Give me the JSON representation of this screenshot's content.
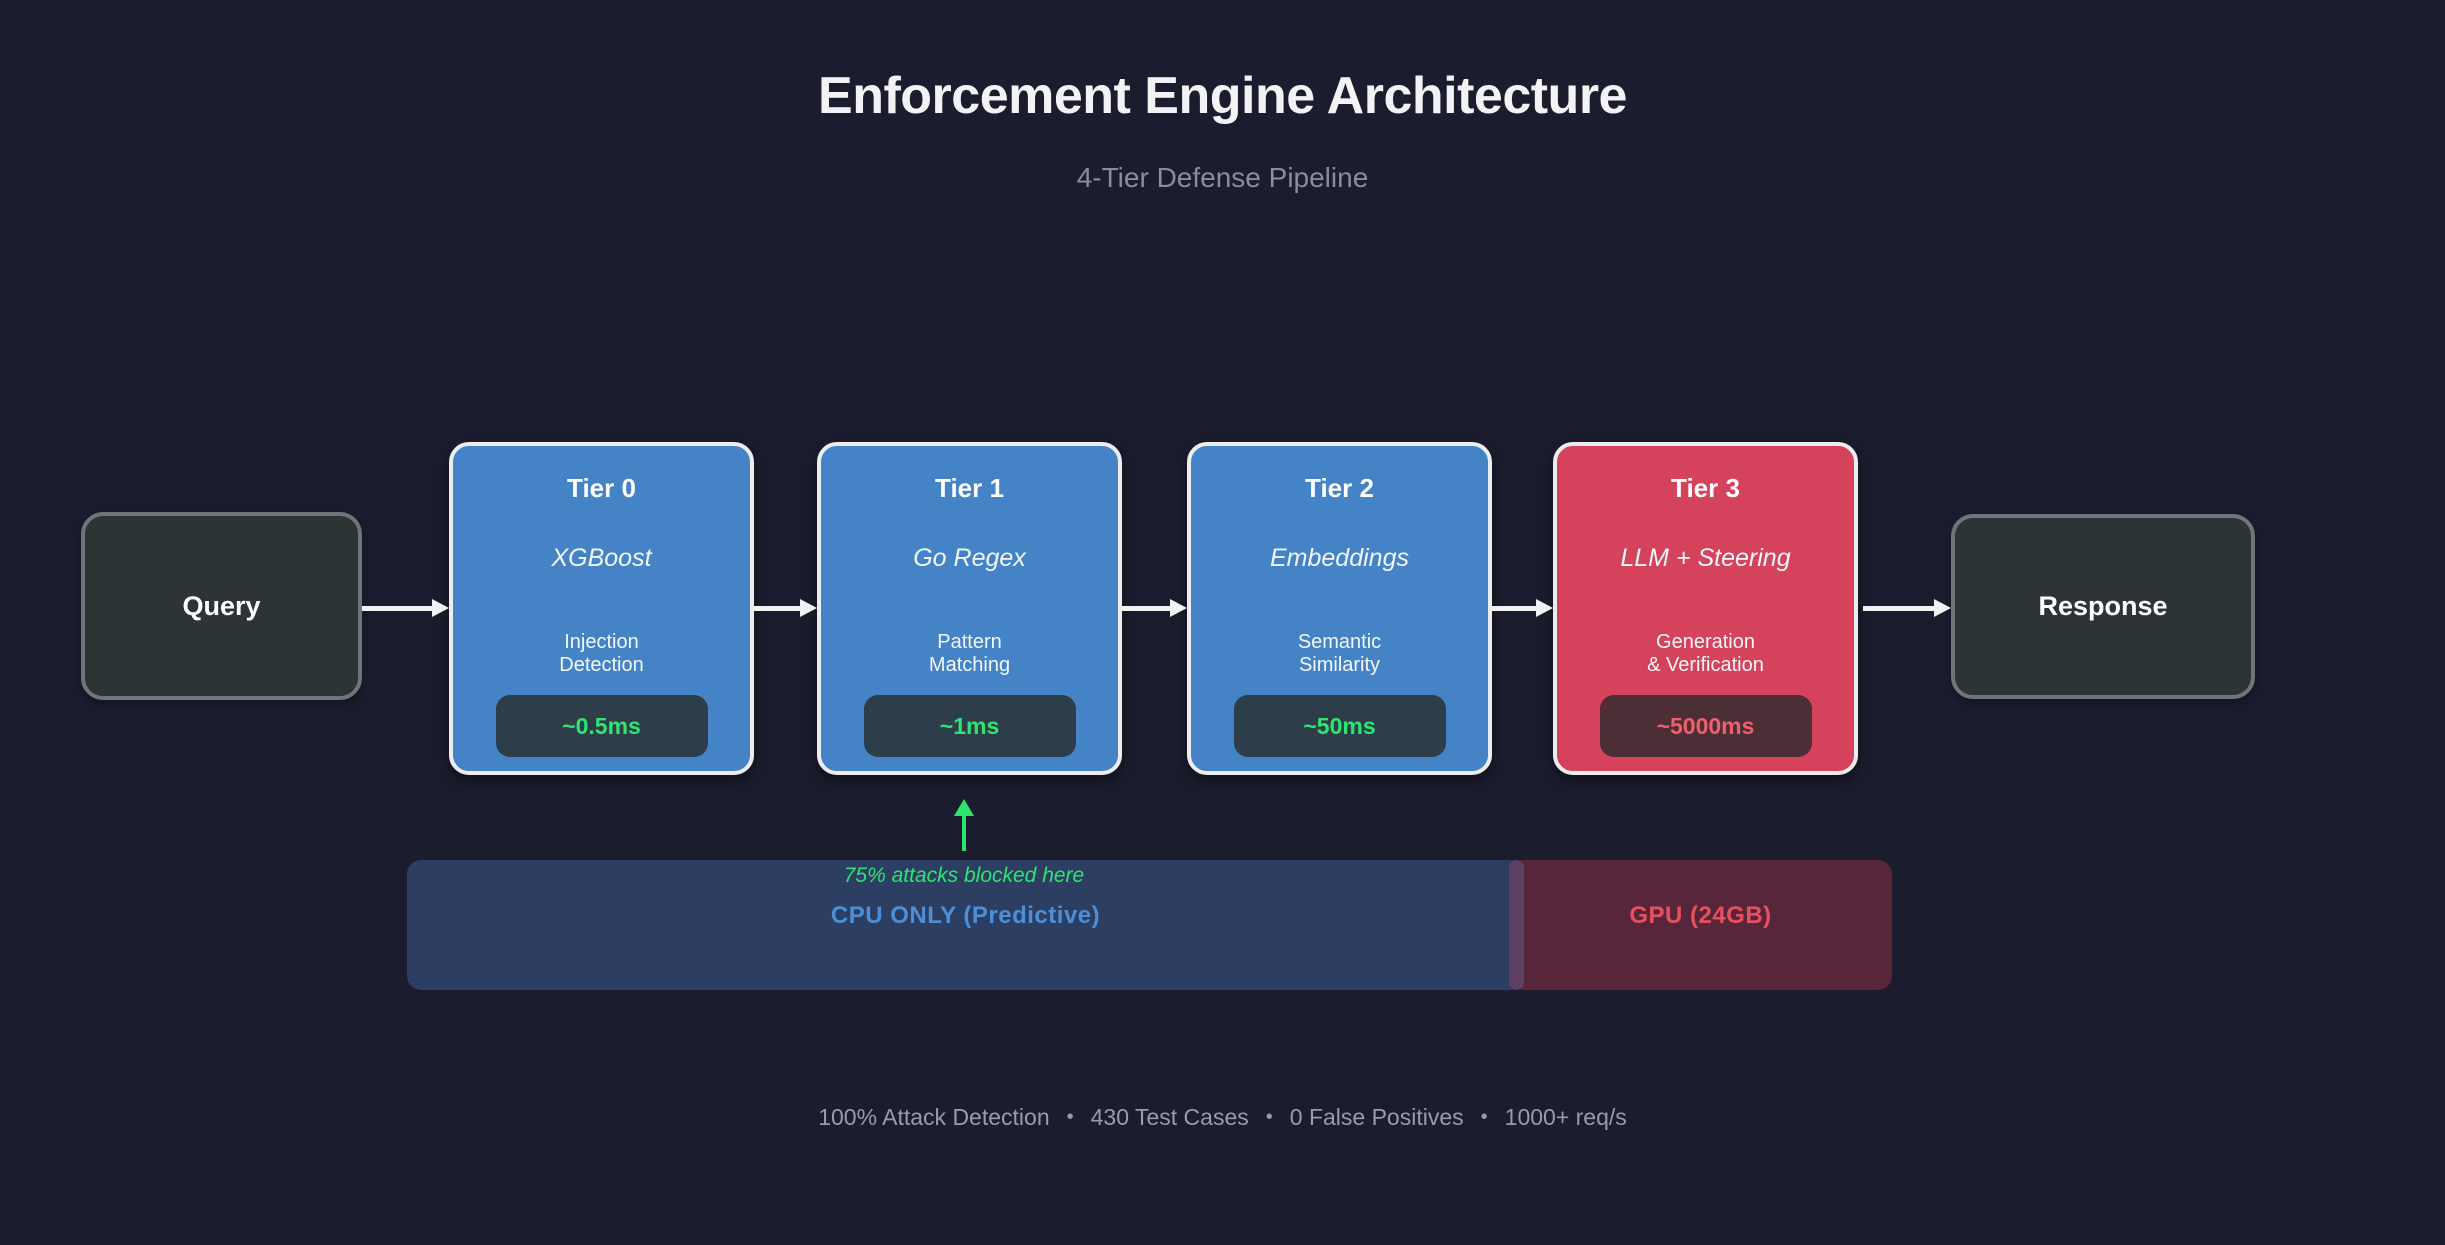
{
  "title": "Enforcement Engine Architecture",
  "subtitle": "4-Tier Defense Pipeline",
  "pipeline": {
    "input": {
      "label": "Query"
    },
    "output": {
      "label": "Response"
    },
    "tiers": [
      {
        "name": "Tier 0",
        "tech": "XGBoost",
        "desc": "Injection\nDetection",
        "latency": "~0.5ms",
        "zone": "cpu"
      },
      {
        "name": "Tier 1",
        "tech": "Go Regex",
        "desc": "Pattern\nMatching",
        "latency": "~1ms",
        "zone": "cpu"
      },
      {
        "name": "Tier 2",
        "tech": "Embeddings",
        "desc": "Semantic\nSimilarity",
        "latency": "~50ms",
        "zone": "cpu"
      },
      {
        "name": "Tier 3",
        "tech": "LLM + Steering",
        "desc": "Generation\n& Verification",
        "latency": "~5000ms",
        "zone": "gpu"
      }
    ]
  },
  "annotation": {
    "text": "75% attacks blocked here"
  },
  "zones": {
    "cpu_label": "CPU ONLY (Predictive)",
    "gpu_label": "GPU (24GB)"
  },
  "footer": {
    "stats": [
      "100% Attack Detection",
      "430 Test Cases",
      "0 False Positives",
      "1000+ req/s"
    ],
    "separator": "•"
  },
  "colors": {
    "bg": "#1b1c2e",
    "title-color": "#f3f3f5",
    "subtitle-color": "#8b8b99",
    "tier-blue": "#4484c6",
    "tier-red": "#d5425c",
    "box-border": "#ededed",
    "node-fill": "#2c3435",
    "node-border": "#6b777b",
    "badge-slate": "#2d3e4a",
    "badge-green": "#2ee56f",
    "badge-maroon": "#4b2e36",
    "badge-red": "#ef5f6d",
    "arrow": "#f2f2f2",
    "green": "#2ce56e",
    "bar-blue": "#2d3e63",
    "bar-maroon": "#57263a",
    "bar-overlap": "#5c4164",
    "cpu-text": "#4d8fd6",
    "gpu-text": "#e8505f",
    "stats-color": "#9b9ba8"
  }
}
